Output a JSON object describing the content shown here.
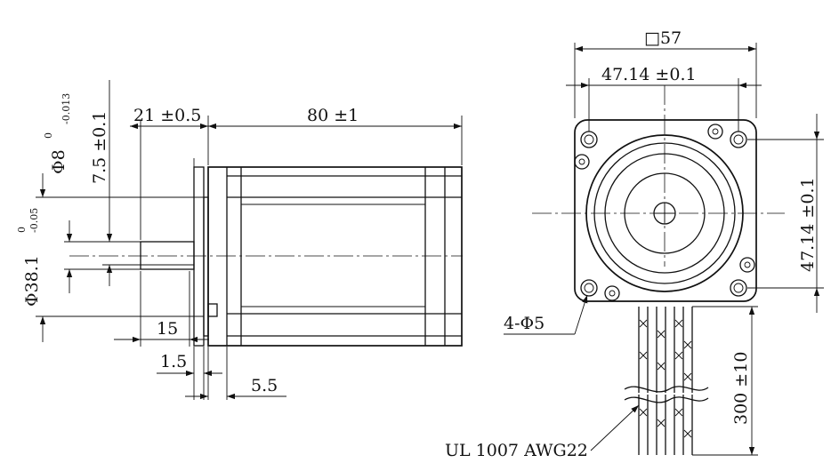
{
  "side_view": {
    "dim_length": "80 ±1",
    "dim_shaft_length": "21 ±0.5",
    "dim_shaft_diameter": "Φ8",
    "shaft_tol_upper": "0",
    "shaft_tol_lower": "-0.013",
    "dim_flat": "7.5 ±0.1",
    "dim_boss_diameter": "Φ38.1",
    "boss_tol_upper": "0",
    "boss_tol_lower": "-0.05",
    "dim_flat_length": "15",
    "dim_boss_height": "1.5",
    "dim_flange": "5.5"
  },
  "front_view": {
    "dim_square": "□57",
    "dim_hole_pitch_h": "47.14 ±0.1",
    "dim_hole_pitch_v": "47.14 ±0.1",
    "dim_holes": "4-Φ5",
    "dim_lead_length": "300 ±10",
    "lead_wire_spec": "UL 1007 AWG22"
  }
}
